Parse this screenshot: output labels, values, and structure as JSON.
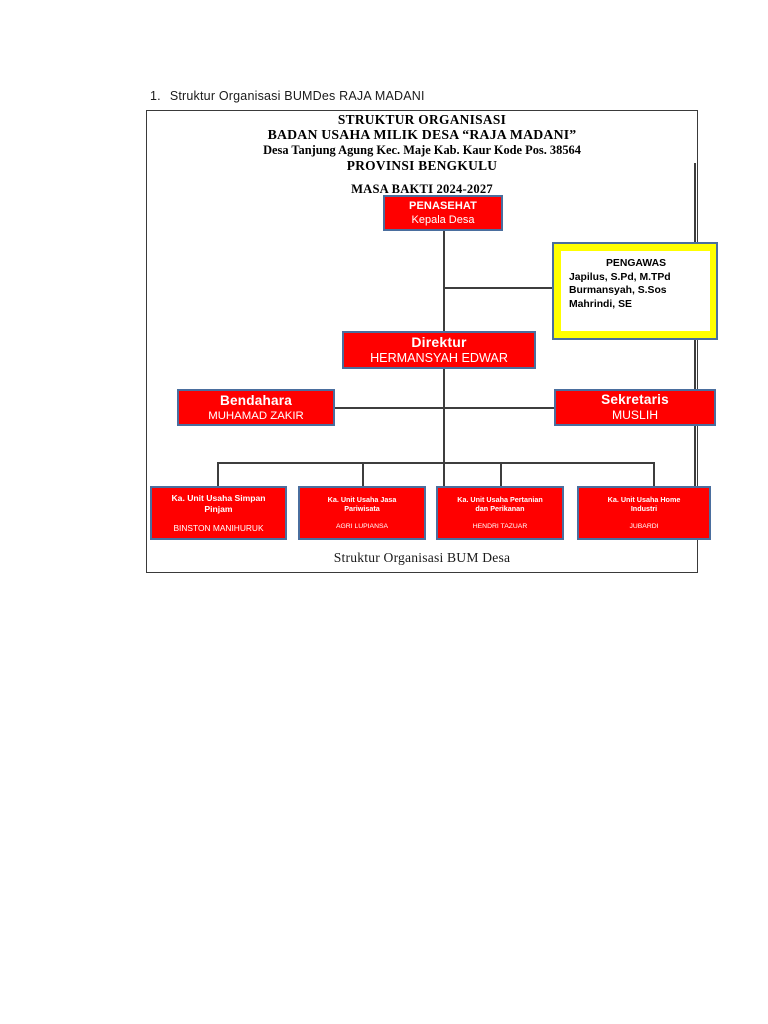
{
  "document": {
    "list_number": "1.",
    "list_title": "Struktur Organisasi BUMDes RAJA MADANI"
  },
  "header": {
    "line1": "STRUKTUR ORGANISASI",
    "line2": "BADAN USAHA MILIK DESA “RAJA MADANI”",
    "line3": "Desa Tanjung Agung Kec. Maje Kab. Kaur Kode Pos. 38564",
    "line4": "PROVINSI BENGKULU",
    "line5": "MASA BAKTI 2024-2027"
  },
  "nodes": {
    "penasehat": {
      "title": "PENASEHAT",
      "person": "Kepala Desa"
    },
    "pengawas": {
      "title": "PENGAWAS",
      "member1": "Japilus, S.Pd, M.TPd",
      "member2": "Burmansyah, S.Sos",
      "member3": "Mahrindi, SE"
    },
    "direktur": {
      "title": "Direktur",
      "person": "HERMANSYAH EDWAR"
    },
    "bendahara": {
      "title": "Bendahara",
      "person": "MUHAMAD ZAKIR"
    },
    "sekretaris": {
      "title": "Sekretaris",
      "person": "MUSLIH"
    }
  },
  "units": [
    {
      "title_line1": "Ka. Unit Usaha Simpan",
      "title_line2": "Pinjam",
      "person": "BINSTON MANIHURUK"
    },
    {
      "title_line1": "Ka. Unit Usaha Jasa",
      "title_line2": "Pariwisata",
      "person": "AGRI LUPIANSA"
    },
    {
      "title_line1": "Ka. Unit Usaha Pertanian",
      "title_line2": "dan Perikanan",
      "person": "HENDRI TAZUAR"
    },
    {
      "title_line1": "Ka. Unit Usaha Home",
      "title_line2": "Industri",
      "person": "JUBARDI"
    }
  ],
  "caption": "Struktur Organisasi BUM Desa",
  "colors": {
    "node_fill": "#FF0000",
    "node_border": "#4A6E9E",
    "pengawas_fill": "#FFFF00",
    "pengawas_inner": "#FFFFFF",
    "node_text": "#FFFFFF",
    "connector": "#3D3D3D",
    "frame_border": "#3A3A3A"
  }
}
